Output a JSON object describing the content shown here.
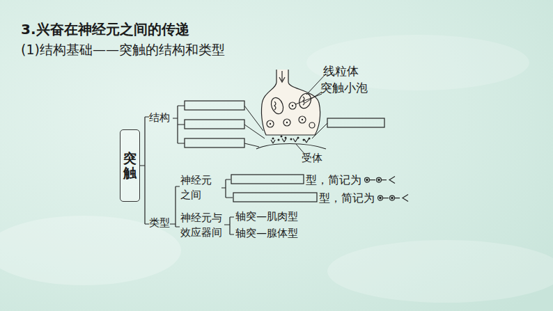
{
  "diagram": {
    "title": "3.兴奋在神经元之间的传递",
    "nodes": [
      {
        "text": [
          "突触"
        ]
      }
    ],
    "labels": [
      "(1)结构基础——突触的结构和类型",
      "结构",
      "类型",
      "线粒体",
      "突触小泡",
      "受体",
      "神经元之间",
      "型，简记为",
      "型，简记为",
      "神经元与效应器间",
      "轴突—肌肉型",
      "轴突—腺体型"
    ]
  }
}
